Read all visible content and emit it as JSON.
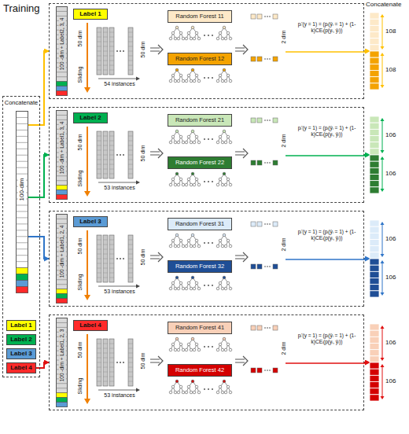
{
  "diagram": {
    "title": "Training",
    "nodes": [
      {
        "text": [
          "Concatenate"
        ]
      },
      {
        "text": [
          "100-dim"
        ],
        "in": 0
      },
      {
        "text": [
          "Label 1"
        ],
        "in": 0
      },
      {
        "text": [
          "Label 2"
        ],
        "in": 0
      },
      {
        "text": [
          "Label 3"
        ],
        "in": 0
      },
      {
        "text": [
          "Label 4"
        ],
        "in": 0
      },
      {
        "text": [
          "50 dim",
          "Sliding",
          "50 dim",
          "54 instances",
          "2 dim",
          "pᵢ'(y = 1) = (pᵢ(ŷᵢ = 1) + (1-k)CEᵢ(p(yᵢ, ŷᵢ))"
        ]
      },
      {
        "text": [
          "100 -dim + Label2, 3, 4"
        ],
        "in": 6
      },
      {
        "text": [
          "Label 1"
        ],
        "in": 6
      },
      {
        "text": [
          "Random Forest 11"
        ],
        "in": 6
      },
      {
        "text": [
          "Random Forest 12"
        ],
        "in": 6
      },
      {
        "text": [
          "108",
          "108"
        ]
      },
      {
        "text": [
          "50 dim",
          "Sliding",
          "50 dim",
          "53 instances",
          "2 dim",
          "pᵢ'(y = 1) = (pᵢ(ŷᵢ = 1) + (1-k)CEᵢ(p(yᵢ, ŷᵢ))"
        ]
      },
      {
        "text": [
          "100 -dim + Label1, 3, 4"
        ],
        "in": 12
      },
      {
        "text": [
          "Label 2"
        ],
        "in": 12
      },
      {
        "text": [
          "Random Forest 21"
        ],
        "in": 12
      },
      {
        "text": [
          "Random Forest 22"
        ],
        "in": 12
      },
      {
        "text": [
          "106",
          "106"
        ]
      },
      {
        "text": [
          "50 dim",
          "Sliding",
          "50 dim",
          "53 instances",
          "2 dim",
          "pᵢ'(y = 1) = (pᵢ(ŷᵢ = 1) + (1-k)CEᵢ(p(yᵢ, ŷᵢ))"
        ]
      },
      {
        "text": [
          "100 -dim + Label1, 2, 4"
        ],
        "in": 18
      },
      {
        "text": [
          "Label 3"
        ],
        "in": 18
      },
      {
        "text": [
          "Random Forest 31"
        ],
        "in": 18
      },
      {
        "text": [
          "Random Forest 32"
        ],
        "in": 18
      },
      {
        "text": [
          "106",
          "106"
        ]
      },
      {
        "text": [
          "50 dim",
          "Sliding",
          "50 dim",
          "53 instances",
          "2 dim",
          "pᵢ'(y = 1) = (pᵢ(ŷᵢ = 1) + (1-k)CEᵢ(p(yᵢ, ŷᵢ))"
        ]
      },
      {
        "text": [
          "100 -dim + Label1, 2, 3"
        ],
        "in": 24
      },
      {
        "text": [
          "Label 4"
        ],
        "in": 24
      },
      {
        "text": [
          "Random Forest 41"
        ],
        "in": 24
      },
      {
        "text": [
          "Random Forest 42"
        ],
        "in": 24
      },
      {
        "text": [
          "106",
          "106"
        ]
      }
    ],
    "edges": [
      {
        "from": 1,
        "to": 6,
        "arrow": "to"
      },
      {
        "from": 1,
        "to": 12,
        "arrow": "to"
      },
      {
        "from": 1,
        "to": 18,
        "arrow": "to"
      },
      {
        "from": 5,
        "to": 24,
        "arrow": "to"
      },
      {
        "from": 6,
        "to": 11,
        "arrow": "to"
      },
      {
        "from": 12,
        "to": 17,
        "arrow": "to"
      },
      {
        "from": 18,
        "to": 23,
        "arrow": "to"
      },
      {
        "from": 24,
        "to": 29,
        "arrow": "to"
      }
    ],
    "labels": [
      "Concatenate"
    ]
  }
}
